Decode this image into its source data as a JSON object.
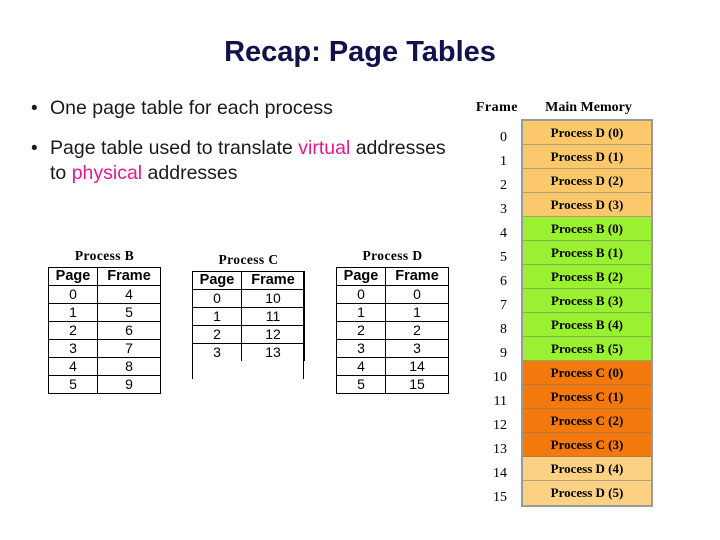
{
  "slide": {
    "title": "Recap: Page Tables",
    "title_color": "#11114b",
    "highlight_color": "#e21a8c",
    "background": "#ffffff"
  },
  "bullets": [
    {
      "marker": "•",
      "segments": [
        {
          "text": "One page table for each process",
          "highlight": false
        }
      ]
    },
    {
      "marker": "•",
      "segments": [
        {
          "text": "Page table used to translate ",
          "highlight": false
        },
        {
          "text": "virtual",
          "highlight": true
        },
        {
          "text": " addresses to ",
          "highlight": false
        },
        {
          "text": "physical",
          "highlight": true
        },
        {
          "text": " addresses",
          "highlight": false
        }
      ]
    }
  ],
  "bullet_text": {
    "b0": "One page table for each process",
    "b1_pre": "Page table used to translate ",
    "b1_virtual": "virtual",
    "b1_mid": " addresses to ",
    "b1_physical": "physical",
    "b1_post": " addresses"
  },
  "page_tables": [
    {
      "caption": "Process B",
      "columns": [
        "Page",
        "Frame"
      ],
      "rows": [
        [
          "0",
          "4"
        ],
        [
          "1",
          "5"
        ],
        [
          "2",
          "6"
        ],
        [
          "3",
          "7"
        ],
        [
          "4",
          "8"
        ],
        [
          "5",
          "9"
        ]
      ]
    },
    {
      "caption": "Process C",
      "columns": [
        "Page",
        "Frame"
      ],
      "rows": [
        [
          "0",
          "10"
        ],
        [
          "1",
          "11"
        ],
        [
          "2",
          "12"
        ],
        [
          "3",
          "13"
        ]
      ]
    },
    {
      "caption": "Process D",
      "columns": [
        "Page",
        "Frame"
      ],
      "rows": [
        [
          "0",
          "0"
        ],
        [
          "1",
          "1"
        ],
        [
          "2",
          "2"
        ],
        [
          "3",
          "3"
        ],
        [
          "4",
          "14"
        ],
        [
          "5",
          "15"
        ]
      ]
    }
  ],
  "main_memory": {
    "frame_header": "Frame",
    "memory_header": "Main Memory",
    "colors": {
      "process_d_low": "#fbc96b",
      "process_b": "#99f131",
      "process_c": "#f4790c",
      "process_d_high": "#fcd184",
      "border": "#9a9a9a"
    },
    "rows": [
      {
        "frame": "0",
        "label": "Process D (0)",
        "color": "#fbc96b"
      },
      {
        "frame": "1",
        "label": "Process D (1)",
        "color": "#fbc96b"
      },
      {
        "frame": "2",
        "label": "Process D (2)",
        "color": "#fbc96b"
      },
      {
        "frame": "3",
        "label": "Process D (3)",
        "color": "#fbc96b"
      },
      {
        "frame": "4",
        "label": "Process B (0)",
        "color": "#99f131"
      },
      {
        "frame": "5",
        "label": "Process B (1)",
        "color": "#99f131"
      },
      {
        "frame": "6",
        "label": "Process B (2)",
        "color": "#99f131"
      },
      {
        "frame": "7",
        "label": "Process B (3)",
        "color": "#99f131"
      },
      {
        "frame": "8",
        "label": "Process B (4)",
        "color": "#99f131"
      },
      {
        "frame": "9",
        "label": "Process B (5)",
        "color": "#99f131"
      },
      {
        "frame": "10",
        "label": "Process C (0)",
        "color": "#f4790c"
      },
      {
        "frame": "11",
        "label": "Process C (1)",
        "color": "#f4790c"
      },
      {
        "frame": "12",
        "label": "Process C (2)",
        "color": "#f4790c"
      },
      {
        "frame": "13",
        "label": "Process C (3)",
        "color": "#f4790c"
      },
      {
        "frame": "14",
        "label": "Process D (4)",
        "color": "#fcd184"
      },
      {
        "frame": "15",
        "label": "Process D (5)",
        "color": "#fcd184"
      }
    ]
  }
}
